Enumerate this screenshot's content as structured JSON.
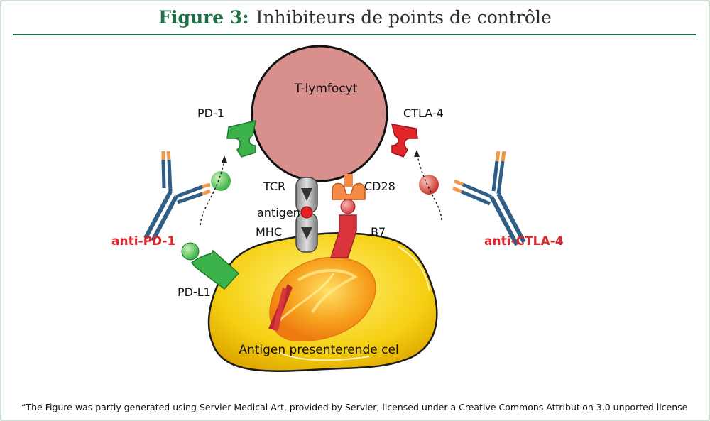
{
  "header": {
    "figure_label": "Figure 3:",
    "title": "Inhibiteurs de points de contrôle"
  },
  "labels": {
    "t_cell": "T-lymfocyt",
    "pd1": "PD-1",
    "ctla4": "CTLA-4",
    "tcr": "TCR",
    "cd28": "CD28",
    "antigen": "antigen",
    "mhc": "MHC",
    "b7": "B7",
    "pdl1": "PD-L1",
    "anti_pd1": "anti-PD-1",
    "anti_ctla4": "anti-CTLA-4",
    "apc": "Antigen presenterende cel"
  },
  "colors": {
    "brand_green": "#1f6f45",
    "t_cell_fill": "#d9908d",
    "apc_fill": "#f2c80f",
    "nucleus": "#f39a1a",
    "pd_green": "#3bb24a",
    "ctla_red": "#e0262b",
    "antibody_blue": "#2f5f86",
    "antibody_orange": "#ef9a4a",
    "drug_label_red": "#e0262b"
  },
  "footer": {
    "credit": "“The Figure was partly generated using Servier Medical Art, provided by Servier, licensed under a Creative Commons Attribution 3.0 unported license"
  }
}
